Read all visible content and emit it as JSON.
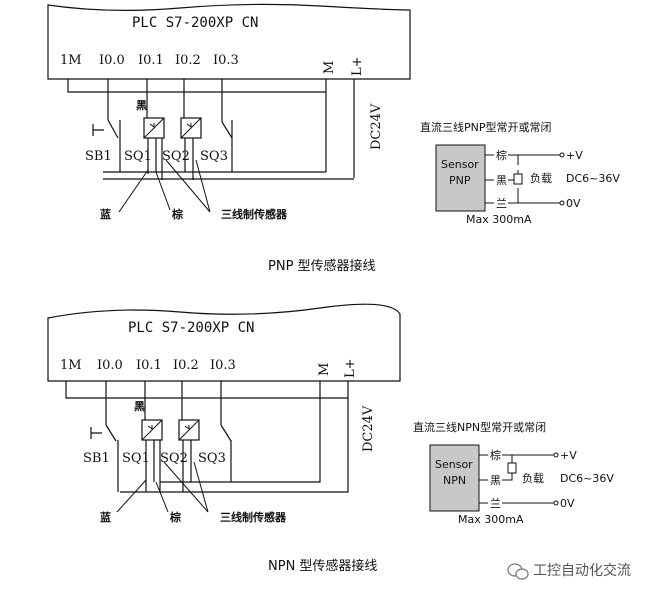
{
  "pnp": {
    "plc_title": "PLC S7-200XP CN",
    "terminals": [
      "1M",
      "I0.0",
      "I0.1",
      "I0.2",
      "I0.3"
    ],
    "terminal_m": "M",
    "terminal_l": "L+",
    "supply": "DC24V",
    "switches": [
      "SB1",
      "SQ1",
      "SQ2",
      "SQ3"
    ],
    "wire_black": "黑",
    "wire_blue": "蓝",
    "wire_brown": "棕",
    "sensor_note": "三线制传感器",
    "caption": "PNP 型传感器接线",
    "inset": {
      "title": "直流三线PNP型常开或常闭",
      "sensor_label": "Sensor",
      "sensor_type": "PNP",
      "wire_brown": "棕",
      "wire_black": "黑",
      "wire_blue": "兰",
      "load": "负载",
      "v_plus": "+V",
      "v_zero": "0V",
      "range": "DC6~36V",
      "max": "Max 300mA"
    }
  },
  "npn": {
    "plc_title": "PLC S7-200XP CN",
    "terminals": [
      "1M",
      "I0.0",
      "I0.1",
      "I0.2",
      "I0.3"
    ],
    "terminal_m": "M",
    "terminal_l": "L+",
    "supply": "DC24V",
    "switches": [
      "SB1",
      "SQ1",
      "SQ2",
      "SQ3"
    ],
    "wire_black": "黑",
    "wire_blue": "蓝",
    "wire_brown": "棕",
    "sensor_note": "三线制传感器",
    "caption": "NPN 型传感器接线",
    "inset": {
      "title": "直流三线NPN型常开或常闭",
      "sensor_label": "Sensor",
      "sensor_type": "NPN",
      "wire_brown": "棕",
      "wire_black": "黑",
      "wire_blue": "兰",
      "load": "负载",
      "v_plus": "+V",
      "v_zero": "0V",
      "range": "DC6~36V",
      "max": "Max 300mA"
    }
  },
  "watermark": "工控自动化交流",
  "colors": {
    "sensor_fill": "#c8c8c8",
    "line": "#111111"
  }
}
